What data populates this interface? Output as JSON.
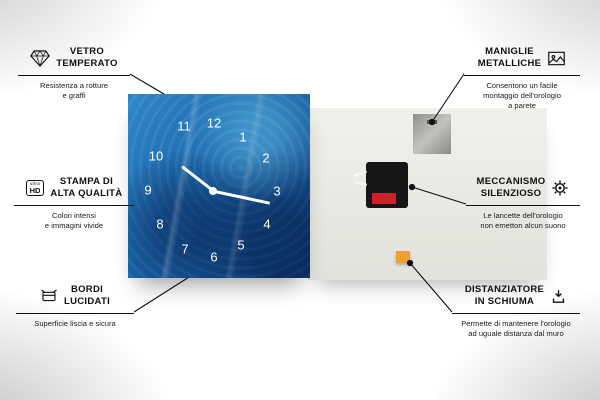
{
  "callouts": [
    {
      "id": "vetro-temperato",
      "title": "VETRO\nTEMPERATO",
      "subtitle": "Resistenza a rotture\ne graffi",
      "icon": "diamond-icon"
    },
    {
      "id": "stampa-alta-qualita",
      "title": "STAMPA DI\nALTA QUALITÀ",
      "subtitle": "Colori intensi\ne immagini vivide",
      "icon": "ultra-hd-icon"
    },
    {
      "id": "bordi-lucidati",
      "title": "BORDI\nLUCIDATI",
      "subtitle": "Superficie liscia e sicura",
      "icon": "polished-edge-icon"
    },
    {
      "id": "maniglie-metalliche",
      "title": "MANIGLIE\nMETALLICHE",
      "subtitle": "Consentono un facile\nmontaggio dell'orologio\na parete",
      "icon": "picture-frame-icon"
    },
    {
      "id": "meccanismo-silenzioso",
      "title": "MECCANISMO\nSILENZIOSO",
      "subtitle": "Le lancette dell'orologio\nnon emetton alcun suono",
      "icon": "gear-icon"
    },
    {
      "id": "distanziatore-schiuma",
      "title": "DISTANZIATORE\nIN SCHIUMA",
      "subtitle": "Permette di mantenere l'orologio\nad uguale distanza dal muro",
      "icon": "spacer-icon"
    }
  ],
  "icons": {
    "ultra_hd_top": "ultra",
    "ultra_hd_bottom": "HD"
  },
  "clock": {
    "numbers": [
      "1",
      "2",
      "3",
      "4",
      "5",
      "6",
      "7",
      "8",
      "9",
      "10",
      "11",
      "12"
    ]
  },
  "colors": {
    "clock_blue": "#1f6cb0",
    "foam_orange": "#f09f2e",
    "battery_red": "#cf2128",
    "mechanism_black": "#161616",
    "line": "#111111"
  }
}
